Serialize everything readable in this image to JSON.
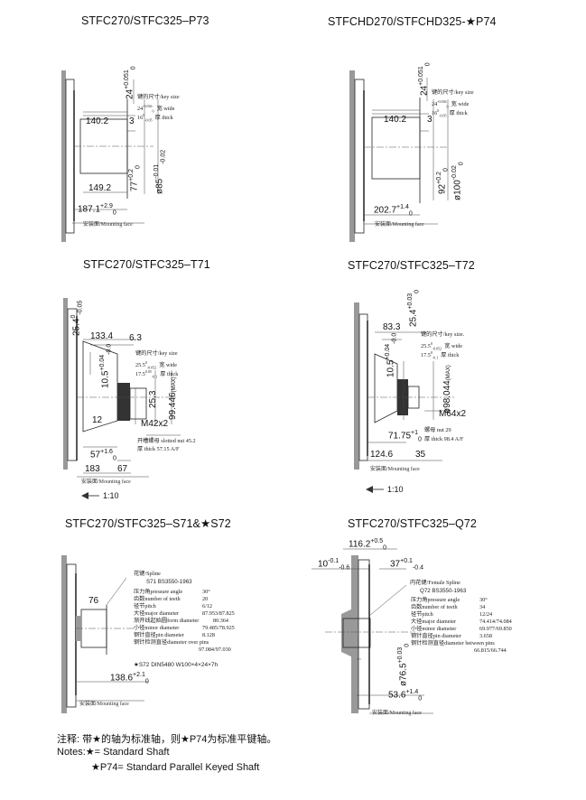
{
  "panels": [
    {
      "title": "STFC270/STFC325–P73",
      "key_label": "键的尺寸/key size",
      "key_w_main": "24",
      "key_w_tol_up": "-0.036",
      "key_w_tol_lo": "0",
      "key_w_text": "宽 wide",
      "key_t_main": "16",
      "key_t_tol_up": "0",
      "key_t_tol_lo": "-0.05",
      "key_t_text": "厚 thick",
      "dims": [
        "24",
        "+0.051",
        "0",
        "140.2",
        "3",
        "149.2",
        "187.1",
        "+2.9",
        "0",
        "77",
        "+0.2",
        "0",
        "ø85",
        "-0.01",
        "-0.02"
      ],
      "face": "安装面/Mounting face"
    },
    {
      "title": "STFCHD270/STFCHD325-★P74",
      "key_label": "键的尺寸/key size",
      "key_w_main": "24",
      "key_w_tol_up": "-0.036",
      "key_w_tol_lo": "0",
      "key_w_text": "宽 wide",
      "key_t_main": "16",
      "key_t_tol_up": "0",
      "key_t_tol_lo": "-0.05",
      "key_t_text": "厚 thick",
      "dims": [
        "24",
        "+0.051",
        "0",
        "140.2",
        "3",
        "202.7",
        "+1.4",
        "0",
        "92",
        "+0.2",
        "0",
        "ø100",
        "-0.02",
        "0"
      ],
      "face": "安装面/Mounting face"
    },
    {
      "title": "STFC270/STFC325–T71",
      "key_label": "键的尺寸/key size",
      "key_w_main": "25.5",
      "key_w_tol_up": "0",
      "key_w_tol_lo": "-0.052",
      "key_w_text": "宽 wide",
      "key_t_main": "17.5",
      "key_t_tol_up": "0.05",
      "key_t_tol_lo": "-0.1",
      "key_t_text": "厚 thick",
      "dims": [
        "25.4",
        "0",
        "-0.05",
        "133.4",
        "6.3",
        "10.5",
        "+0.04",
        "-0.0",
        "12",
        "25.3",
        "99.446",
        "(MAX)",
        "M42x2",
        "57",
        "+1.6",
        "0",
        "183",
        "67"
      ],
      "nut_cn": "开槽螺母 slotted nut 45.2",
      "nut_en": "厚 thick 57.15 A/F",
      "face": "安装面/Mounting face",
      "scale": "1:10"
    },
    {
      "title": "STFC270/STFC325–T72",
      "key_label": "键的尺寸/key size.",
      "key_w_main": "25.5",
      "key_w_tol_up": "0",
      "key_w_tol_lo": "-0.052",
      "key_w_text": "宽 wide",
      "key_t_main": "17.5",
      "key_t_tol_up": "0",
      "key_t_tol_lo": "-0.1",
      "key_t_text": "厚 thick",
      "dims": [
        "25.4",
        "+0.03",
        "0",
        "83.3",
        "10.5",
        "+0.04",
        "-0.0",
        "ø98.044",
        "(MAX)",
        "M64x2",
        "71.75",
        "+1",
        "0",
        "124.6",
        "35"
      ],
      "nut_cn": "螺母  nut 29",
      "nut_en": "厚 thick 98.4 A/F",
      "face": "安装面/Mounting face",
      "scale": "1:10"
    },
    {
      "title": "STFC270/STFC325–S71&★S72",
      "spline_head": "花键/Spline",
      "spline_std": "S71  BS3550-1963",
      "spec_rows": [
        [
          "压力角pressure angle",
          "30°"
        ],
        [
          "齿数number of teeth",
          "20"
        ],
        [
          "径节pitch",
          "6/12"
        ],
        [
          "大径major diameter",
          "87.953/87.825"
        ],
        [
          "渐开线起始圆form diameter",
          "80.364"
        ],
        [
          "小径minor diameter",
          "79.485/78.925"
        ],
        [
          "钢针直径pin diameter",
          "8.128"
        ],
        [
          "钢针检测直径diameter over pins",
          ""
        ],
        [
          "",
          "97.084/97.030"
        ]
      ],
      "s72": "★S72  DIN5480  W100×4×24×7h",
      "dims": [
        "76",
        "138.6",
        "+2.1",
        "0"
      ],
      "face": "安装面/Mounting face"
    },
    {
      "title": "STFC270/STFC325–Q72",
      "spline_head": "内花键/Female Spline",
      "spline_std": "Q72  BS3550-1963",
      "spec_rows": [
        [
          "压力角pressure angle",
          "30°"
        ],
        [
          "齿数number of teeth",
          "34"
        ],
        [
          "径节pitch",
          "12/24"
        ],
        [
          "大径major diameter",
          "74.414/74.084"
        ],
        [
          "小径minor diameter",
          "69.977/69.850"
        ],
        [
          "钢针直径pin diameter",
          "3.658"
        ],
        [
          "钢针检测直径diameter between pins",
          ""
        ],
        [
          "",
          "66.815/66.744"
        ]
      ],
      "dims": [
        "116.2",
        "+0.5",
        "0",
        "10",
        "-0.1",
        "-0.6",
        "37",
        "+0.1",
        "-0.4",
        "ø76.5",
        "+0.03",
        "0",
        "53.6",
        "+1.4",
        "0"
      ],
      "face": "安装面/Mounting face"
    }
  ],
  "notes": {
    "cn": "注释: 带★的轴为标准轴，则★P74为标准平键轴。",
    "en1": "Notes:★= Standard Shaft",
    "en2": "★P74= Standard Parallel Keyed Shaft"
  }
}
